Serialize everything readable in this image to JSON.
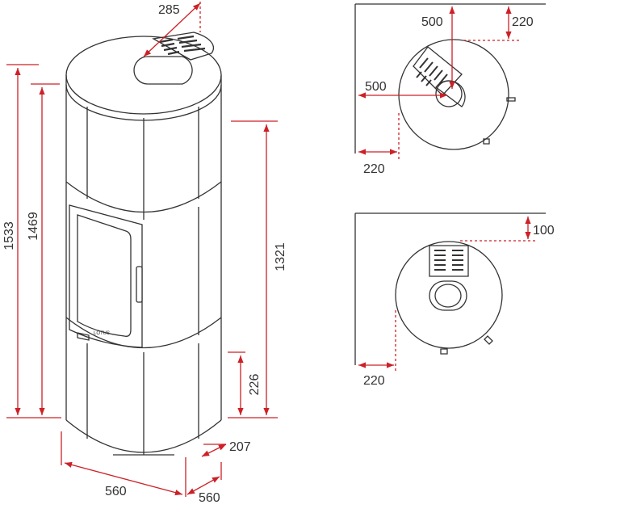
{
  "colors": {
    "dimension_red": "#cc2127",
    "outline": "#333333",
    "background": "#ffffff"
  },
  "logo_text": "LOTUS",
  "front_view": {
    "dimensions": {
      "outlet_offset": "285",
      "total_height": "1533",
      "outlet_height": "1469",
      "air_inlet_height": "1321",
      "ash_door_height": "226",
      "inlet_center": "207",
      "width": "560",
      "depth": "560"
    }
  },
  "corner_plan_view": {
    "dimensions": {
      "top_clearance_label": "500",
      "top_clearance_value": "220",
      "side_clearance_label": "500",
      "side_clearance_value": "220"
    }
  },
  "wall_plan_view": {
    "dimensions": {
      "back_clearance": "100",
      "side_clearance": "220"
    }
  }
}
